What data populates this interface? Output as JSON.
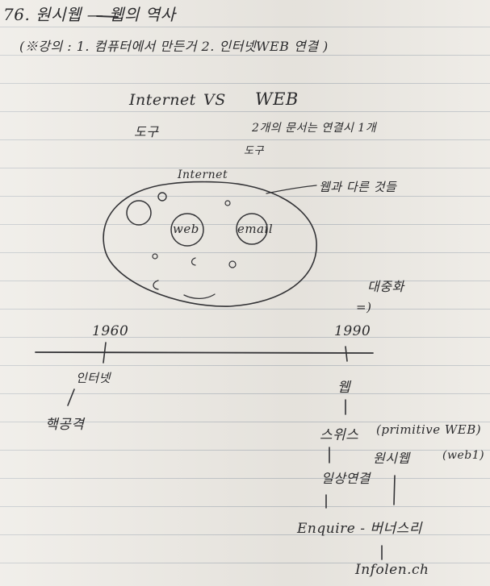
{
  "notes": {
    "title": "76. 원시웹 — 웹의 역사",
    "lecture_note": "(※강의 : 1. 컴퓨터에서 만든거   2. 인터넷WEB 연결 )",
    "compare": {
      "left": "Internet",
      "vs": "VS",
      "right": "WEB",
      "left_sub": "도구",
      "right_sub": "2개의 문서는 연결시 1개",
      "right_sub2": "도구"
    },
    "diagram": {
      "outer_label": "Internet",
      "bubble_web": "web",
      "bubble_email": "email",
      "side_note": "웹과 다른 것들"
    },
    "popular": "대중화",
    "arrow": "=)",
    "timeline": {
      "year_left": "1960",
      "year_right": "1990",
      "left_item": "인터넷",
      "left_sub": "핵공격",
      "right_items": [
        "웹",
        "스위스",
        "일상연결",
        "Enquire - 버너스리",
        "Infolen.ch"
      ],
      "primitive_label": "(primitive WEB)",
      "primitive_ko": "원시웹",
      "web1_label": "(web1)"
    }
  }
}
